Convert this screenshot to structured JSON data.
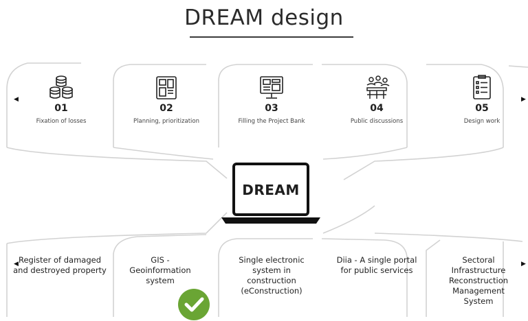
{
  "title": "DREAM design",
  "center_label": "DREAM",
  "steps": [
    {
      "number": "01",
      "label": "Fixation of losses",
      "icon": "database-icon"
    },
    {
      "number": "02",
      "label": "Planning, prioritization",
      "icon": "blueprint-icon"
    },
    {
      "number": "03",
      "label": "Filling the Project Bank",
      "icon": "monitor-icon"
    },
    {
      "number": "04",
      "label": "Public discussions",
      "icon": "people-icon"
    },
    {
      "number": "05",
      "label": "Design work",
      "icon": "checklist-icon"
    }
  ],
  "systems": [
    {
      "label": "Register of damaged and destroyed property"
    },
    {
      "label": "GIS - Geoinformation system"
    },
    {
      "label": "Single electronic system in construction (eConstruction)"
    },
    {
      "label": "Diia - A single portal for public services"
    },
    {
      "label": "Sectoral Infrastructure Reconstruction Management System"
    }
  ],
  "colors": {
    "check": "#6aa534",
    "lines": "#cfcfcf"
  }
}
